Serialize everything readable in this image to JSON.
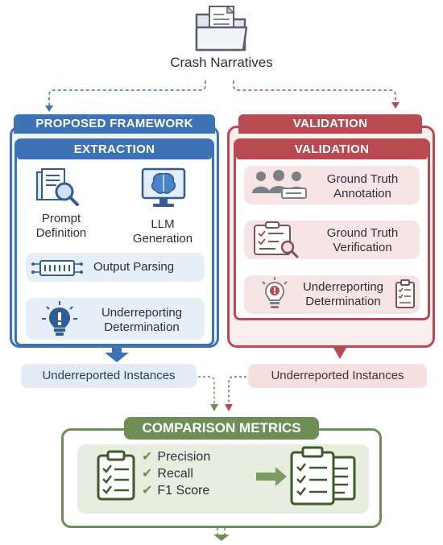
{
  "source": {
    "label": "Crash Narratives"
  },
  "framework": {
    "title": "PROPOSED FRAMEWORK",
    "extraction": {
      "title": "EXTRACTION",
      "prompt": {
        "line1": "Prompt",
        "line2": "Definition"
      },
      "llm": {
        "line1": "LLM",
        "line2": "Generation"
      },
      "parsing": "Output Parsing",
      "determination": {
        "line1": "Underreporting",
        "line2": "Determination"
      }
    },
    "output": "Underreported Instances"
  },
  "validation": {
    "title": "VALIDATION",
    "inner_title": "VALIDATION",
    "annotation": {
      "line1": "Ground Truth",
      "line2": "Annotation"
    },
    "verification": {
      "line1": "Ground Truth",
      "line2": "Verification"
    },
    "determination": {
      "line1": "Underreporting",
      "line2": "Determination"
    },
    "output": "Underreported Instances"
  },
  "comparison": {
    "title": "COMPARISON METRICS",
    "metrics": [
      "Precision",
      "Recall",
      "F1 Score"
    ]
  },
  "colors": {
    "blue": "#3d72b4",
    "red": "#b94a52",
    "green": "#6d8e54"
  }
}
